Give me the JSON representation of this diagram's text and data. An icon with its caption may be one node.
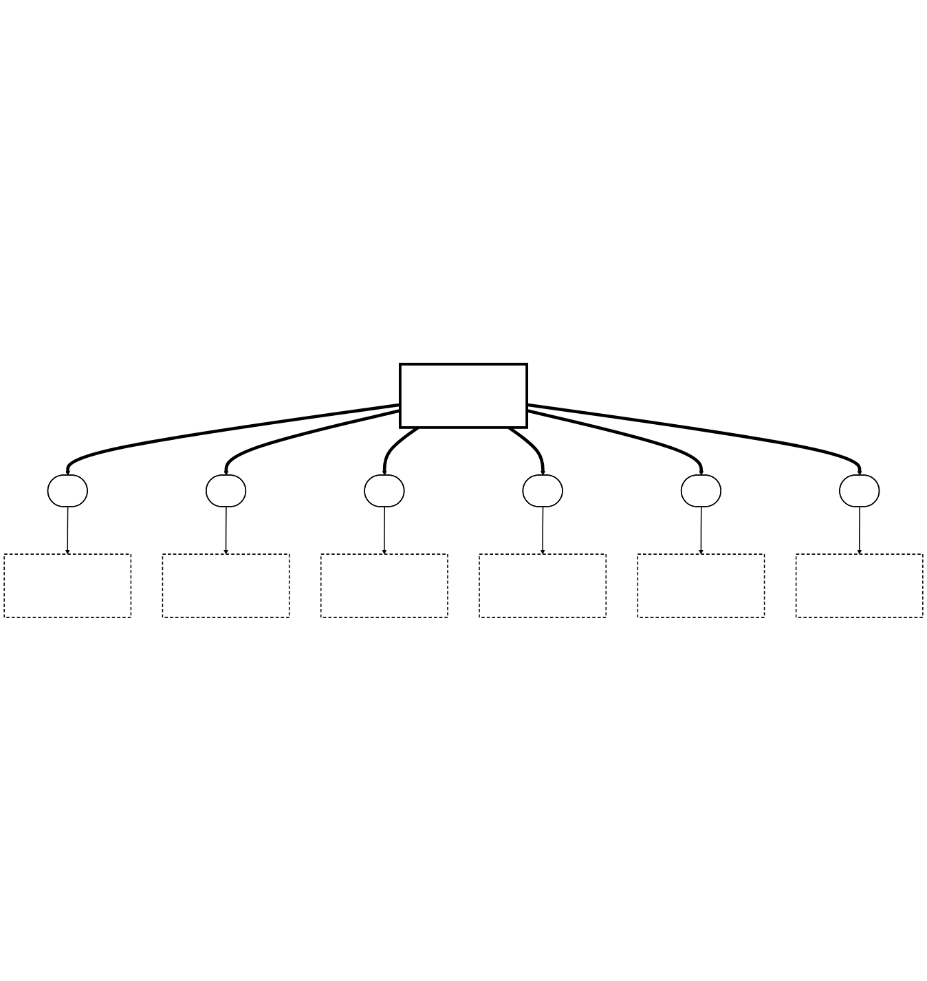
{
  "diagram": {
    "nodes": [
      {
        "text": [],
        "shape": "box"
      },
      {
        "text": [],
        "shape": "box"
      },
      {
        "text": [],
        "shape": "box"
      },
      {
        "text": [],
        "shape": "ellipse"
      },
      {
        "text": [],
        "shape": "ellipse"
      },
      {
        "text": [],
        "shape": "ellipse"
      },
      {
        "text": [],
        "shape": "box"
      },
      {
        "text": [],
        "shape": "ellipse"
      },
      {
        "text": [],
        "shape": "ellipse"
      },
      {
        "text": [],
        "shape": "ellipse"
      },
      {
        "text": [],
        "shape": "box"
      },
      {
        "text": [],
        "shape": "box"
      },
      {
        "text": [],
        "shape": "box"
      }
    ],
    "edges": [
      {
        "from": 6,
        "to": 3,
        "arrow": "to",
        "style": "thick"
      },
      {
        "from": 6,
        "to": 4,
        "arrow": "to",
        "style": "thick"
      },
      {
        "from": 6,
        "to": 5,
        "arrow": "to",
        "style": "thick"
      },
      {
        "from": 6,
        "to": 7,
        "arrow": "to",
        "style": "thick"
      },
      {
        "from": 6,
        "to": 8,
        "arrow": "to",
        "style": "thick"
      },
      {
        "from": 6,
        "to": 9,
        "arrow": "to",
        "style": "thick"
      },
      {
        "from": 3,
        "to": 0,
        "arrow": "to"
      },
      {
        "from": 4,
        "to": 1,
        "arrow": "to"
      },
      {
        "from": 5,
        "to": 2,
        "arrow": "to"
      },
      {
        "from": 7,
        "to": 10,
        "arrow": "to"
      },
      {
        "from": 8,
        "to": 11,
        "arrow": "to"
      },
      {
        "from": 9,
        "to": 12,
        "arrow": "to"
      }
    ]
  }
}
